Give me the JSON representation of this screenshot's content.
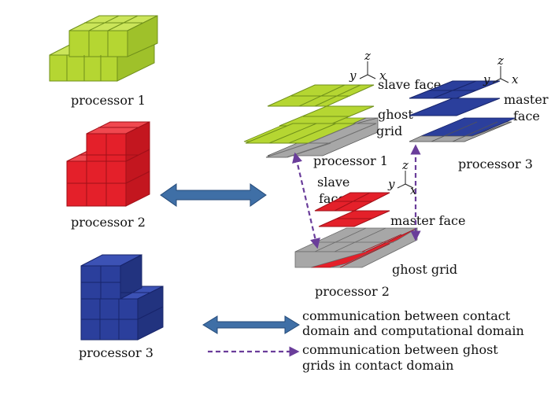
{
  "colors": {
    "green": "#b5d632",
    "red": "#e4202a",
    "blue": "#2b3f9c",
    "gray": "#a7a7a7",
    "arrow_blue": "#3f6fa6",
    "arrow_purple": "#6a3d9a"
  },
  "labels": {
    "processor1_left": "processor 1",
    "processor2_left": "processor 2",
    "processor3_left": "processor 3",
    "slave_face_top": "slave face",
    "ghost_grid_top_1": "ghost",
    "ghost_grid_top_2": "grid",
    "processor1_right": "processor 1",
    "master_face_1": "master",
    "master_face_2": "face",
    "processor3_right": "processor 3",
    "slave_face_mid_1": "slave",
    "slave_face_mid_2": "face",
    "master_face_mid": "master face",
    "ghost_grid_bottom": "ghost grid",
    "processor2_right": "processor 2"
  },
  "axes": {
    "x": "x",
    "y": "y",
    "z": "z"
  },
  "legend": {
    "solid_line1": "communication between contact",
    "solid_line2": "domain and computational domain",
    "dashed_line1": "communication between ghost",
    "dashed_line2": "grids in contact domain"
  }
}
